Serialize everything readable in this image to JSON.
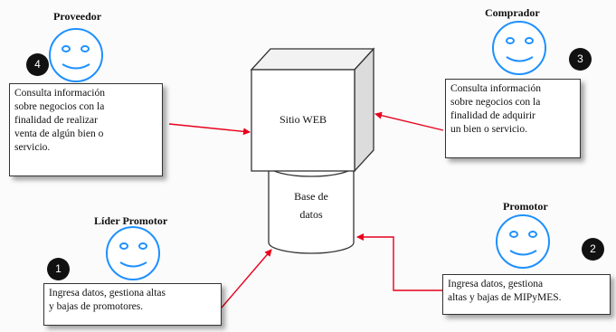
{
  "actors": {
    "proveedor": {
      "title": "Proveedor",
      "badge": "4",
      "lines": [
        "Consulta información",
        "sobre negocios con la",
        "finalidad de realizar",
        "venta de algún bien o",
        "servicio."
      ]
    },
    "comprador": {
      "title": "Comprador",
      "badge": "3",
      "lines": [
        "Consulta información",
        "sobre negocios con la",
        "finalidad de adquirir",
        "un bien o servicio."
      ]
    },
    "lider": {
      "title": "Líder Promotor",
      "badge": "1",
      "lines": [
        "Ingresa datos, gestiona altas",
        "y bajas de promotores."
      ]
    },
    "promotor": {
      "title": "Promotor",
      "badge": "2",
      "lines": [
        "Ingresa datos, gestiona",
        "altas y bajas de MIPyMES."
      ]
    }
  },
  "system": {
    "web_label": "Sitio WEB",
    "db_line1": "Base de",
    "db_line2": "datos"
  },
  "colors": {
    "face_stroke": "#1e90ff",
    "arrow": "#e8001c",
    "badge": "#111111"
  }
}
